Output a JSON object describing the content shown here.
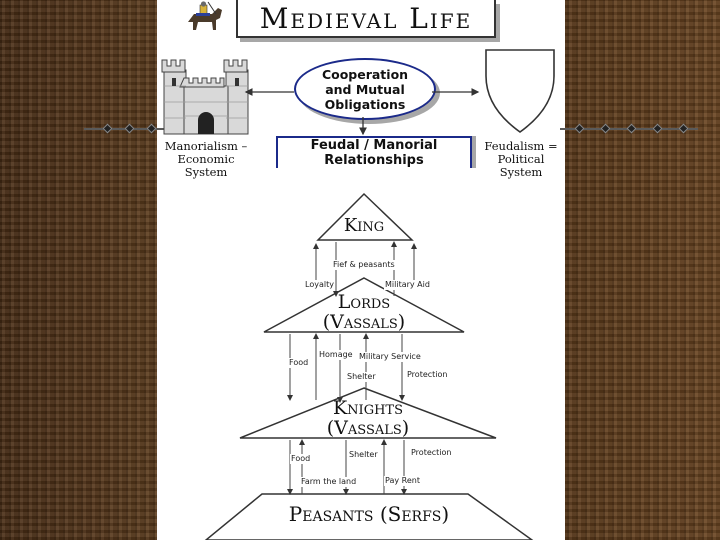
{
  "title": "Medieval Life",
  "oval_text": "Cooperation\nand Mutual\nObligations",
  "feudal_box": "Feudal / Manorial\nRelationships",
  "left_caption": "Manorialism –\nEconomic\nSystem",
  "right_caption": "Feudalism =\nPolitical\nSystem",
  "tiers": {
    "king": "King",
    "lords": "Lords\n(Vassals)",
    "knights": "Knights\n(Vassals)",
    "peasants": "Peasants (Serfs)"
  },
  "flows": {
    "king_lords_top": "Fief & peasants",
    "king_lords_left": "Loyalty",
    "king_lords_right": "Military Aid",
    "lords_knights_food": "Food",
    "lords_knights_homage": "Homage",
    "lords_knights_military": "Military Service",
    "lords_knights_shelter": "Shelter",
    "lords_knights_protection": "Protection",
    "knights_peasants_food": "Food",
    "knights_peasants_shelter": "Shelter",
    "knights_peasants_protection": "Protection",
    "knights_peasants_farm": "Farm the land",
    "knights_peasants_rent": "Pay Rent"
  },
  "colors": {
    "frame_blue": "#1b2a8a",
    "ink": "#111111",
    "shadow_gray": "#a7a7a7",
    "wood": "#5a3a1c"
  },
  "icons": [
    "knight-on-horse-icon",
    "castle-icon",
    "shield-icon"
  ]
}
